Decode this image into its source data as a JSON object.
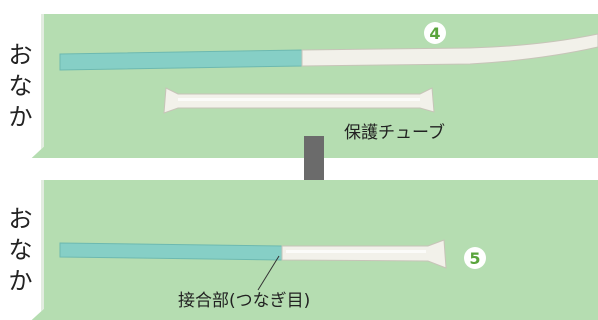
{
  "top_panel": {
    "side_label": [
      "お",
      "な",
      "か"
    ],
    "step_number": "4",
    "tube_label": "保護チューブ"
  },
  "bottom_panel": {
    "side_label": [
      "お",
      "な",
      "か"
    ],
    "step_number": "5",
    "joint_label": "接合部(つなぎ目)"
  },
  "colors": {
    "panel_bg": "#b5ddb1",
    "catheter_blue": "#86cfc6",
    "protect_tube": "#f2f1ea",
    "arrow": "#6b6b6b",
    "badge_text": "#5aa43c"
  },
  "icons": [
    "down-arrow-icon"
  ]
}
